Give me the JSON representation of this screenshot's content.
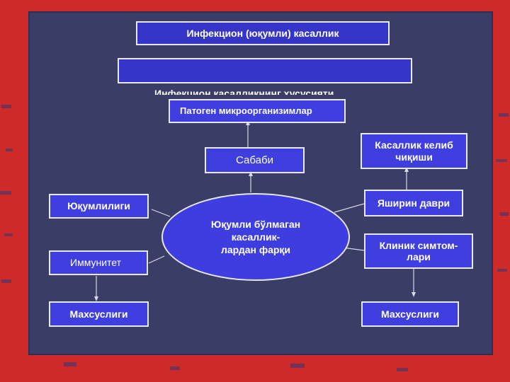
{
  "header": {
    "title": "Инфекцион (юқумли) касаллик",
    "blank_banner": "",
    "subtitle": "Инфекцион касалликнинг хусусияти"
  },
  "center": {
    "line1": "Юқумли бўлмаган",
    "line2": "касаллик-",
    "line3": "лардан фарқи"
  },
  "nodes": {
    "pathogen": "Патоген микроорганизимлар",
    "cause": "Сабаби",
    "onset_line1": "Касаллик келиб",
    "onset_line2": "чиқиши",
    "incubation": "Яширин даври",
    "clinical_line1": "Клиник симтом-",
    "clinical_line2": "лари",
    "specificity_right": "Махсуслиги",
    "contagiousness": "Юқумлилиги",
    "immunity": "Иммунитет",
    "specificity_left": "Махсуслиги"
  },
  "colors": {
    "background": "#cf2a2a",
    "panel": "#3a3d66",
    "box_fill": "#3f3fe0",
    "box_border": "#e8e8f4"
  }
}
